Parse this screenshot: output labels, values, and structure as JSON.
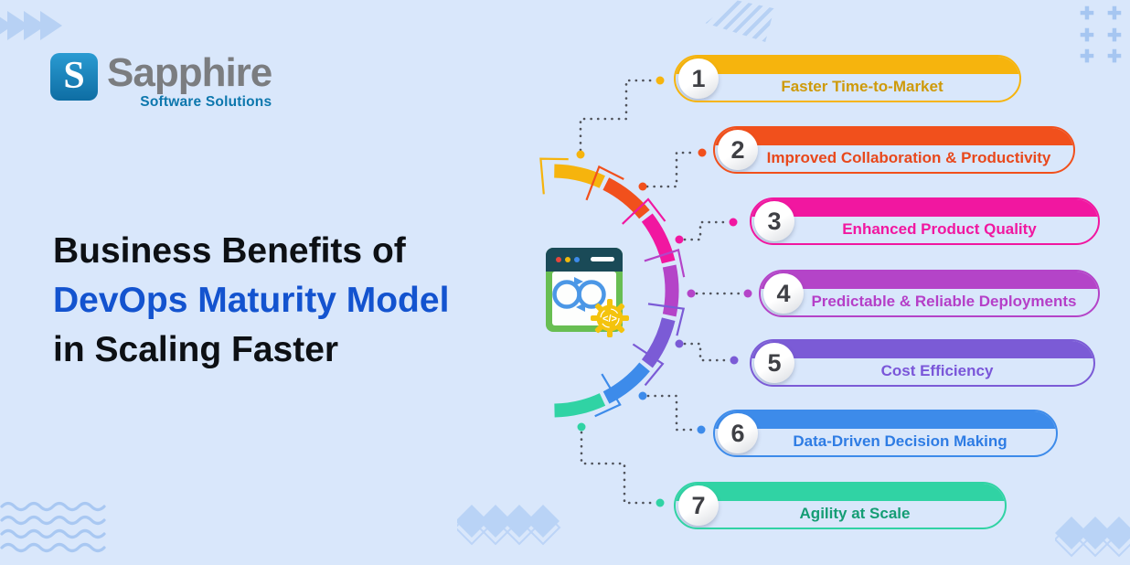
{
  "background_color": "#d9e7fb",
  "logo": {
    "monogram": "S",
    "brand": "Sapphire",
    "tagline": "Software Solutions",
    "brand_color": "#7b7d80",
    "tagline_color": "#0d77ad",
    "mark_color": "#1787c2"
  },
  "title": {
    "line1": "Business Benefits of",
    "line2": "DevOps Maturity Model",
    "line3": "in Scaling Faster",
    "text_color": "#0d1014",
    "accent_color": "#1353cf"
  },
  "benefits": [
    {
      "number": "1",
      "label": "Faster Time-to-Market",
      "color": "#F6B40D",
      "text_color": "#CE9A0A"
    },
    {
      "number": "2",
      "label": "Improved Collaboration & Productivity",
      "color": "#F1501C",
      "text_color": "#E8481C"
    },
    {
      "number": "3",
      "label": "Enhanced Product Quality",
      "color": "#F117A0",
      "text_color": "#F117A0"
    },
    {
      "number": "4",
      "label": "Predictable & Reliable Deployments",
      "color": "#B444C8",
      "text_color": "#B53FC8"
    },
    {
      "number": "5",
      "label": "Cost Efficiency",
      "color": "#7B5BD6",
      "text_color": "#7A56D9"
    },
    {
      "number": "6",
      "label": "Data-Driven Decision Making",
      "color": "#3D8BEA",
      "text_color": "#2E7CE4"
    },
    {
      "number": "7",
      "label": "Agility at Scale",
      "color": "#30D3A4",
      "text_color": "#149D74"
    }
  ],
  "center_icon": {
    "name": "devops-loop-in-browser-with-gear",
    "code_glyph": "</>"
  },
  "deco": {
    "plus_glyph": "✚"
  }
}
